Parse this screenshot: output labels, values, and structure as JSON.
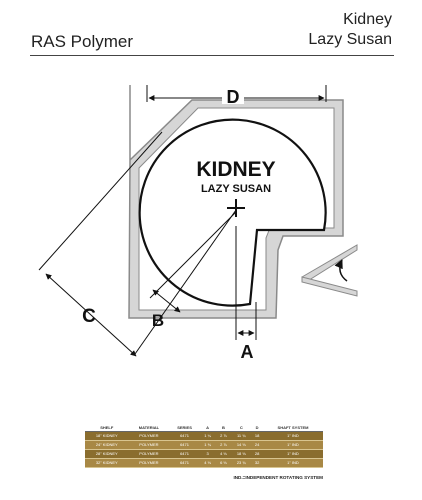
{
  "header": {
    "brand": "RAS Polymer",
    "title_line1": "Kidney",
    "title_line2": "Lazy Susan"
  },
  "diagram": {
    "shelf_title": "KIDNEY",
    "shelf_subtitle": "LAZY SUSAN",
    "dimension_labels": {
      "a": "A",
      "b": "B",
      "c": "C",
      "d": "D"
    }
  },
  "spec_table": {
    "headers": [
      "SHELF",
      "MATERIAL",
      "SERIES",
      "A",
      "B",
      "C",
      "D",
      "SHAFT SYSTEM"
    ],
    "rows": [
      [
        "18\" KIDNEY",
        "POLYMER",
        "6471",
        "1 ¼",
        "2 ⅞",
        "11 ¾",
        "18",
        "1\" IND"
      ],
      [
        "24\" KIDNEY",
        "POLYMER",
        "6471",
        "1 ¾",
        "2 ⅞",
        "14 ⅛",
        "24",
        "1\" IND"
      ],
      [
        "28\" KIDNEY",
        "POLYMER",
        "6471",
        "3",
        "4 ⅛",
        "18 ⅛",
        "28",
        "1\" IND"
      ],
      [
        "32\" KIDNEY",
        "POLYMER",
        "6471",
        "4 ⅛",
        "6 ⅛",
        "23 ¾",
        "32",
        "1\" IND"
      ]
    ],
    "note": "IND.=INDEPENDENT ROTATING SYSTEM"
  },
  "colors": {
    "cabinet_fill": "#d6d6d6",
    "cabinet_stroke": "#8a8a8a",
    "line": "#111111",
    "table_row_dark": "#8a6d2e",
    "table_row_light": "#a88845"
  }
}
